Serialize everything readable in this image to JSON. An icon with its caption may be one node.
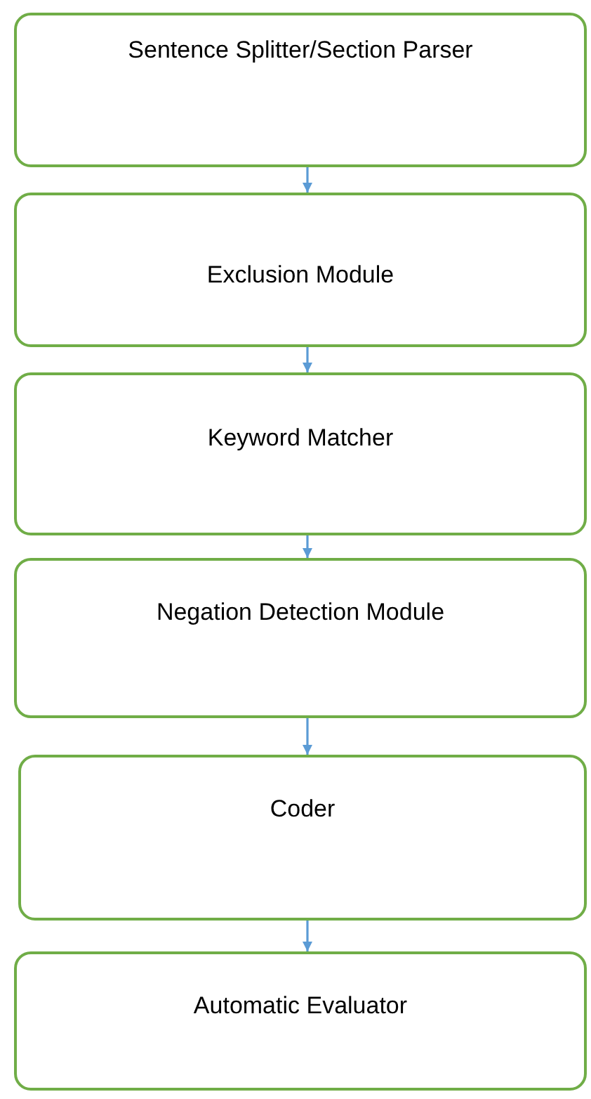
{
  "diagram": {
    "nodes": [
      {
        "text": [
          "Sentence Splitter/Section Parser"
        ]
      },
      {
        "text": [
          "Exclusion Module"
        ]
      },
      {
        "text": [
          "Keyword Matcher"
        ]
      },
      {
        "text": [
          "Negation Detection Module"
        ]
      },
      {
        "text": [
          "Coder"
        ]
      },
      {
        "text": [
          "Automatic Evaluator"
        ]
      }
    ],
    "edges": [
      {
        "from": 0,
        "to": 1,
        "arrow": "to"
      },
      {
        "from": 1,
        "to": 2,
        "arrow": "to"
      },
      {
        "from": 2,
        "to": 3,
        "arrow": "to"
      },
      {
        "from": 3,
        "to": 4,
        "arrow": "to"
      },
      {
        "from": 4,
        "to": 5,
        "arrow": "to"
      }
    ]
  }
}
